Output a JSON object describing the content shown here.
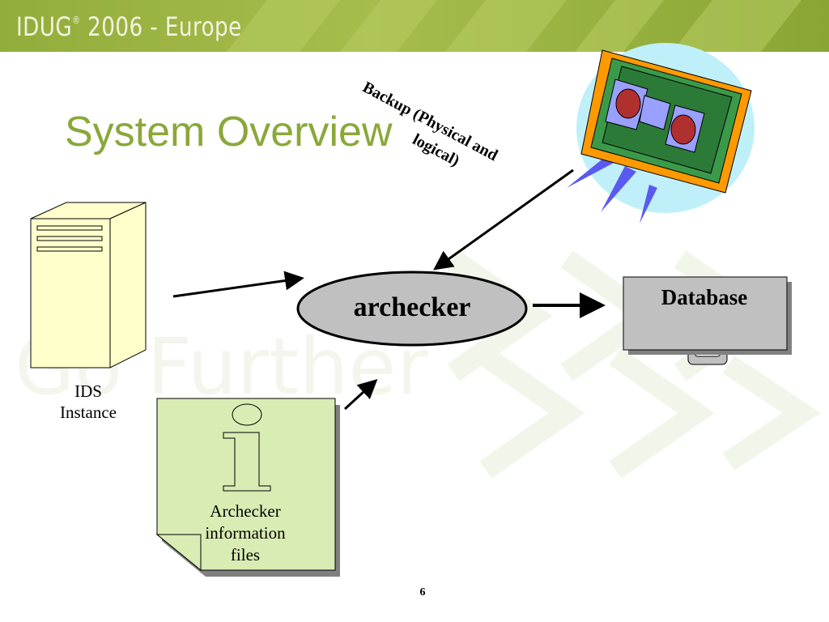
{
  "header": {
    "brand": "IDUG",
    "reg_mark": "®",
    "event": "2006 - Europe"
  },
  "watermark_text": "Go Further",
  "slide": {
    "title": "System Overview",
    "page_number": "6"
  },
  "nodes": {
    "ids_instance": {
      "line1": "IDS",
      "line2": "Instance"
    },
    "info_files": {
      "line1": "Archecker",
      "line2": "information",
      "line3": "files"
    },
    "archecker": {
      "label": "archecker"
    },
    "database": {
      "label": "Database"
    },
    "backup": {
      "line1": "Backup (Physical and",
      "line2": "logical)"
    }
  },
  "colors": {
    "header_green": "#93ad3c",
    "title_green": "#8aa83a",
    "server_fill": "#ffffcc",
    "info_fill": "#d9ecb4",
    "ellipse_fill": "#c0c0c0",
    "database_fill": "#c0c0c0"
  }
}
